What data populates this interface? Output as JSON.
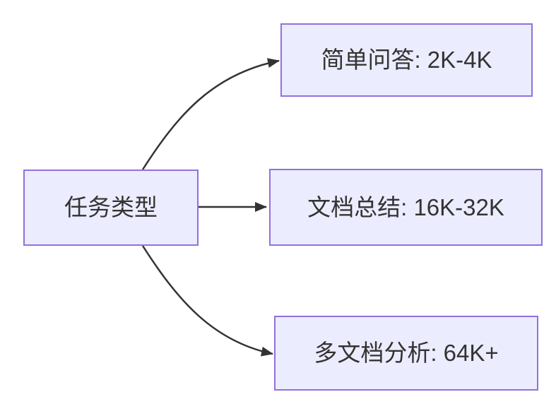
{
  "diagram": {
    "type": "flowchart",
    "direction": "left-to-right",
    "colors": {
      "node_fill": "#ECECFF",
      "node_border": "#9370DB",
      "edge": "#333333",
      "text": "#333333",
      "background": "#FFFFFF"
    },
    "nodes": {
      "root": {
        "id": "root",
        "label": "任务类型"
      },
      "qa": {
        "id": "qa",
        "label": "简单问答: 2K-4K"
      },
      "doc": {
        "id": "doc",
        "label": "文档总结: 16K-32K"
      },
      "multi": {
        "id": "multi",
        "label": "多文档分析: 64K+"
      }
    },
    "edges": [
      {
        "from": "root",
        "to": "qa"
      },
      {
        "from": "root",
        "to": "doc"
      },
      {
        "from": "root",
        "to": "multi"
      }
    ]
  }
}
